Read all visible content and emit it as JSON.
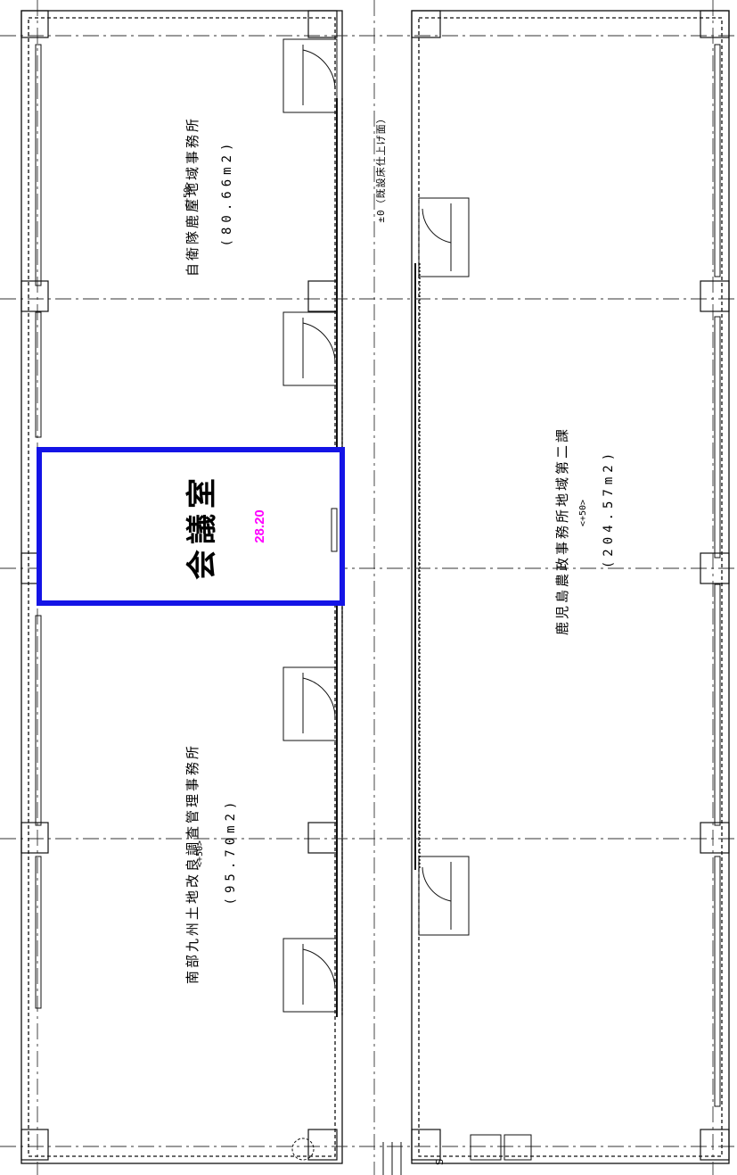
{
  "colors": {
    "line": "#111111",
    "dash": "#333333",
    "highlight": "#1414e6",
    "meeting_area_text": "#ff00ff"
  },
  "rooms": {
    "jieitai": {
      "name": "自衛隊鹿屋地域事務所",
      "level": "<+50>",
      "area": "(80.66m2)"
    },
    "nambu": {
      "name": "南部九州土地改良調査管理事務所",
      "level": "<+50>",
      "area": "(95.70m2)"
    },
    "kagoshima": {
      "name": "鹿児島農政事務所地域第二課",
      "level": "<+50>",
      "area": "(204.57m2)"
    },
    "meeting": {
      "name": "会議室",
      "area": "28.20"
    }
  },
  "corridor": {
    "note": "±0（既設床仕上げ面）"
  },
  "stair_mark": "S"
}
